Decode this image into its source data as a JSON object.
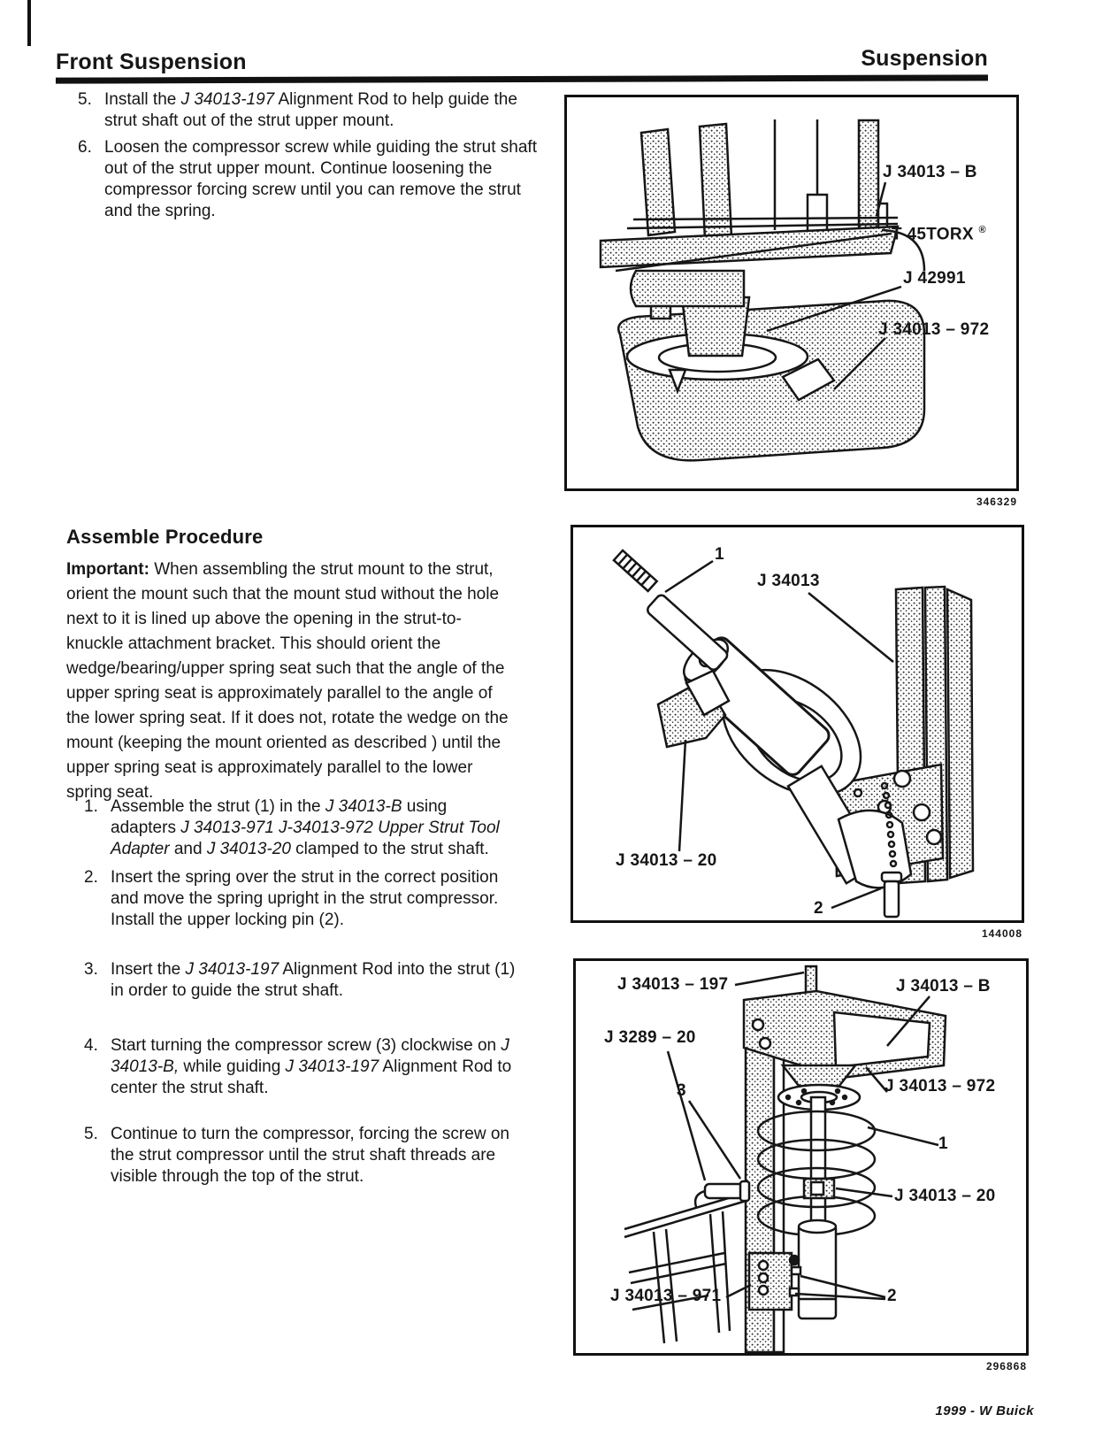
{
  "header": {
    "left": "Front Suspension",
    "right": "Suspension"
  },
  "removal": {
    "steps": [
      {
        "num": "5.",
        "segs": [
          {
            "t": "Install the "
          },
          {
            "t": "J 34013-197",
            "s": "i"
          },
          {
            "t": " Alignment Rod to help guide the strut shaft out of the strut upper mount."
          }
        ]
      },
      {
        "num": "6.",
        "segs": [
          {
            "t": "Loosen the compressor screw while guiding the strut shaft out of the strut upper mount. Continue loosening the compressor forcing screw until you can remove the strut and the spring."
          }
        ]
      }
    ]
  },
  "assemble": {
    "heading": "Assemble Procedure",
    "important": [
      {
        "t": "Important:",
        "s": "b"
      },
      {
        "t": " When assembling the strut mount to the strut, orient the mount such that the mount stud without the hole next to it is lined up above the opening in the strut-to-knuckle attachment bracket. This should orient the wedge/bearing/upper spring seat such that the angle of the upper spring seat is approximately parallel to the angle of the lower spring seat. If it does not, rotate the wedge on the mount (keeping the mount oriented as described ) until the upper spring seat is approximately parallel to the lower spring seat."
      }
    ],
    "steps": [
      {
        "num": "1.",
        "segs": [
          {
            "t": "Assemble the strut (1) in the "
          },
          {
            "t": "J 34013-B",
            "s": "i"
          },
          {
            "t": " using adapters "
          },
          {
            "t": "J 34013-971 J-34013-972 Upper Strut Tool Adapter",
            "s": "i"
          },
          {
            "t": " and "
          },
          {
            "t": "J 34013-20",
            "s": "i"
          },
          {
            "t": " clamped to the strut shaft."
          }
        ]
      },
      {
        "num": "2.",
        "segs": [
          {
            "t": "Insert the spring over the strut in the correct position and move the spring upright in the strut compressor. Install the upper locking pin (2)."
          }
        ]
      },
      {
        "num": "3.",
        "segs": [
          {
            "t": "Insert the "
          },
          {
            "t": "J 34013-197",
            "s": "i"
          },
          {
            "t": " Alignment Rod into the strut (1) in order to guide the strut shaft."
          }
        ]
      },
      {
        "num": "4.",
        "segs": [
          {
            "t": "Start turning the compressor screw (3) clockwise on "
          },
          {
            "t": "J 34013-B,",
            "s": "i"
          },
          {
            "t": " while guiding "
          },
          {
            "t": "J 34013-197",
            "s": "i"
          },
          {
            "t": " Alignment Rod to center the strut shaft."
          }
        ]
      },
      {
        "num": "5.",
        "segs": [
          {
            "t": "Continue to turn the compressor, forcing the screw on the strut compressor until the strut shaft threads are visible through the top of the strut."
          }
        ]
      }
    ]
  },
  "figures": {
    "fig1": {
      "number": "346329",
      "labels": {
        "b": "J 34013 – B",
        "torx": "T 45TORX",
        "reg": "®",
        "j42991": "J 42991",
        "j972": "J 34013 – 972"
      }
    },
    "fig2": {
      "number": "144008",
      "labels": {
        "one": "1",
        "tool": "J 34013",
        "clamp": "J 34013 – 20",
        "two": "2"
      }
    },
    "fig3": {
      "number": "296868",
      "labels": {
        "rod": "J 34013 – 197",
        "b": "J 34013 – B",
        "fixture": "J 3289 – 20",
        "three": "3",
        "j972": "J 34013 – 972",
        "one": "1",
        "clamp20": "J 34013 – 20",
        "j971": "J 34013 – 971",
        "two": "2"
      }
    }
  },
  "footer": "1999 - W Buick"
}
